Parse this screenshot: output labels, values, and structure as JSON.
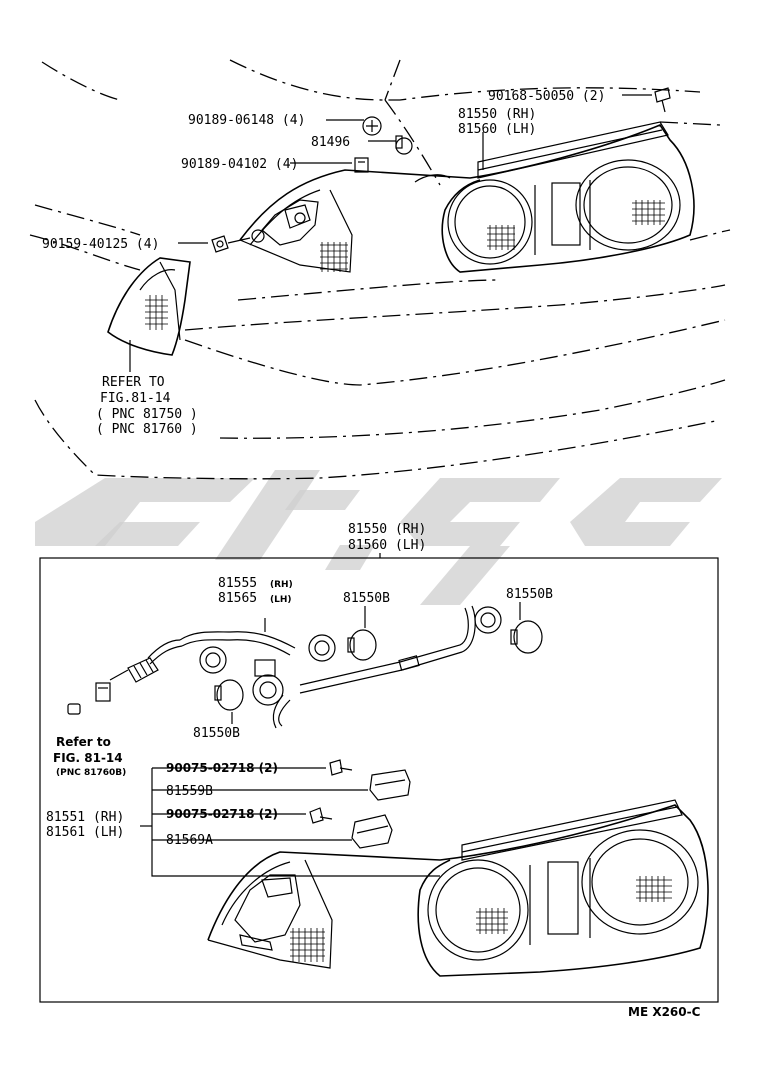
{
  "top_view": {
    "callouts": [
      {
        "id": "screw-90168",
        "text": "90168-50050 (2)"
      },
      {
        "id": "rh-81550",
        "text": "81550 (RH)"
      },
      {
        "id": "lh-81560",
        "text": "81560 (LH)"
      },
      {
        "id": "screw-90189-06148",
        "text": "90189-06148 (4)"
      },
      {
        "id": "socket-81496",
        "text": "81496"
      },
      {
        "id": "nut-90189-04102",
        "text": "90189-04102 (4)"
      },
      {
        "id": "nut-90159-40125",
        "text": "90159-40125 (4)"
      }
    ],
    "refer": {
      "line1": "REFER TO",
      "line2": "FIG.81-14",
      "line3": "( PNC 81750 )",
      "line4": "( PNC 81760 )"
    }
  },
  "detail_box": {
    "header_rh": "81550 (RH)",
    "header_lh": "81560 (LH)",
    "wiring_rh_num": "81555",
    "wiring_rh_tag": "(RH)",
    "wiring_lh_num": "81565",
    "wiring_lh_tag": "(LH)",
    "bulb_mid": "81550B",
    "bulb_right": "81550B",
    "bulb_low": "81550B",
    "refer_line1": "Refer to",
    "refer_line2": "FIG. 81-14",
    "refer_line3": "(PNC 81760B)",
    "screw_a": "90075-02718 (2)",
    "bracket_b": "81559B",
    "screw_b": "90075-02718 (2)",
    "bracket_a": "81569A",
    "lens_rh": "81551 (RH)",
    "lens_lh": "81561 (LH)"
  },
  "footer": {
    "code": "ME  X260-C"
  }
}
